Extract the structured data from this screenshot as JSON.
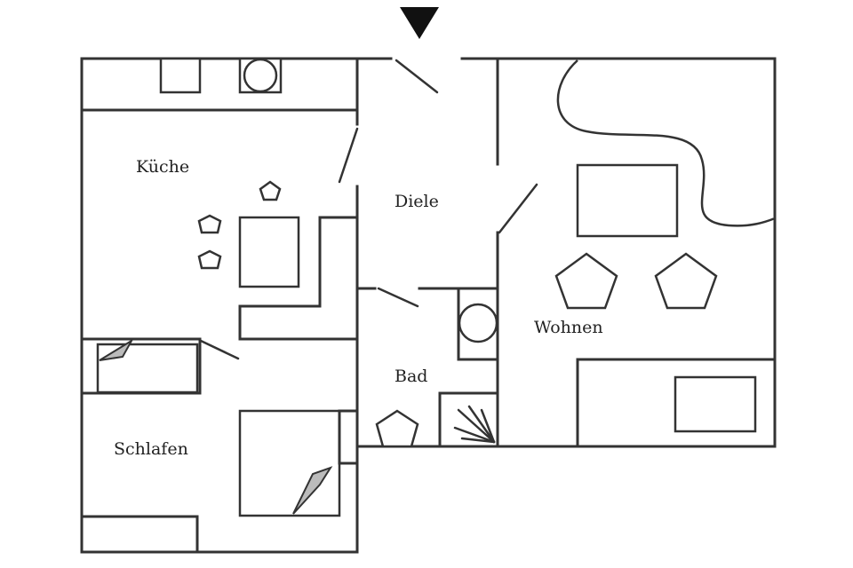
{
  "rooms": {
    "kueche": "Küche",
    "diele": "Diele",
    "bad": "Bad",
    "wohnen": "Wohnen",
    "schlafen": "Schlafen"
  },
  "icons": {
    "entrance": "entrance-arrow-icon",
    "stool": "pentagon-stool-icon",
    "sink": "circle-sink-icon",
    "plant": "plant-icon"
  },
  "colors": {
    "background": "#ffffff",
    "line": "#333333",
    "fold_shade": "#bbbbbb"
  }
}
